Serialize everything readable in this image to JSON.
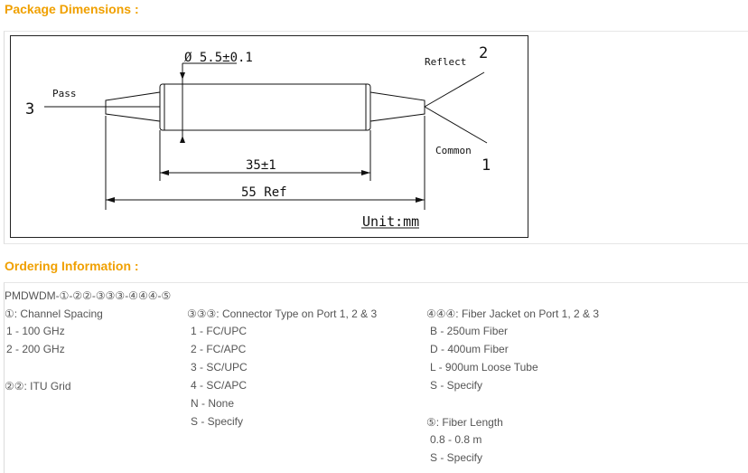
{
  "package_title": "Package Dimensions :",
  "drawing": {
    "diameter_label": "Ø 5.5±0.1",
    "length_label": "35±1",
    "ref_label": "55 Ref",
    "unit_label": "Unit:mm",
    "pass_label": "Pass",
    "reflect_label": "Reflect",
    "common_label": "Common",
    "port_3": "3",
    "port_2": "2",
    "port_1": "1"
  },
  "ordering_title": "Ordering Information :",
  "ordering": {
    "model": "PMDWDM-①-②②-③③③-④④④-⑤",
    "col1": {
      "heading": "①: Channel Spacing",
      "items": [
        "1 - 100 GHz",
        "2 - 200 GHz"
      ],
      "heading2": "②②: ITU Grid"
    },
    "col2": {
      "heading": "③③③: Connector Type on Port 1, 2 & 3",
      "items": [
        "1 - FC/UPC",
        "2 - FC/APC",
        "3 - SC/UPC",
        "4 - SC/APC",
        "N - None",
        "S - Specify"
      ]
    },
    "col3": {
      "heading": "④④④: Fiber Jacket on Port 1, 2 & 3",
      "items": [
        "B - 250um Fiber",
        "D - 400um Fiber",
        "L - 900um Loose Tube",
        "S - Specify"
      ],
      "heading2": "⑤: Fiber Length",
      "items2": [
        "0.8 - 0.8 m",
        "S - Specify"
      ]
    }
  }
}
